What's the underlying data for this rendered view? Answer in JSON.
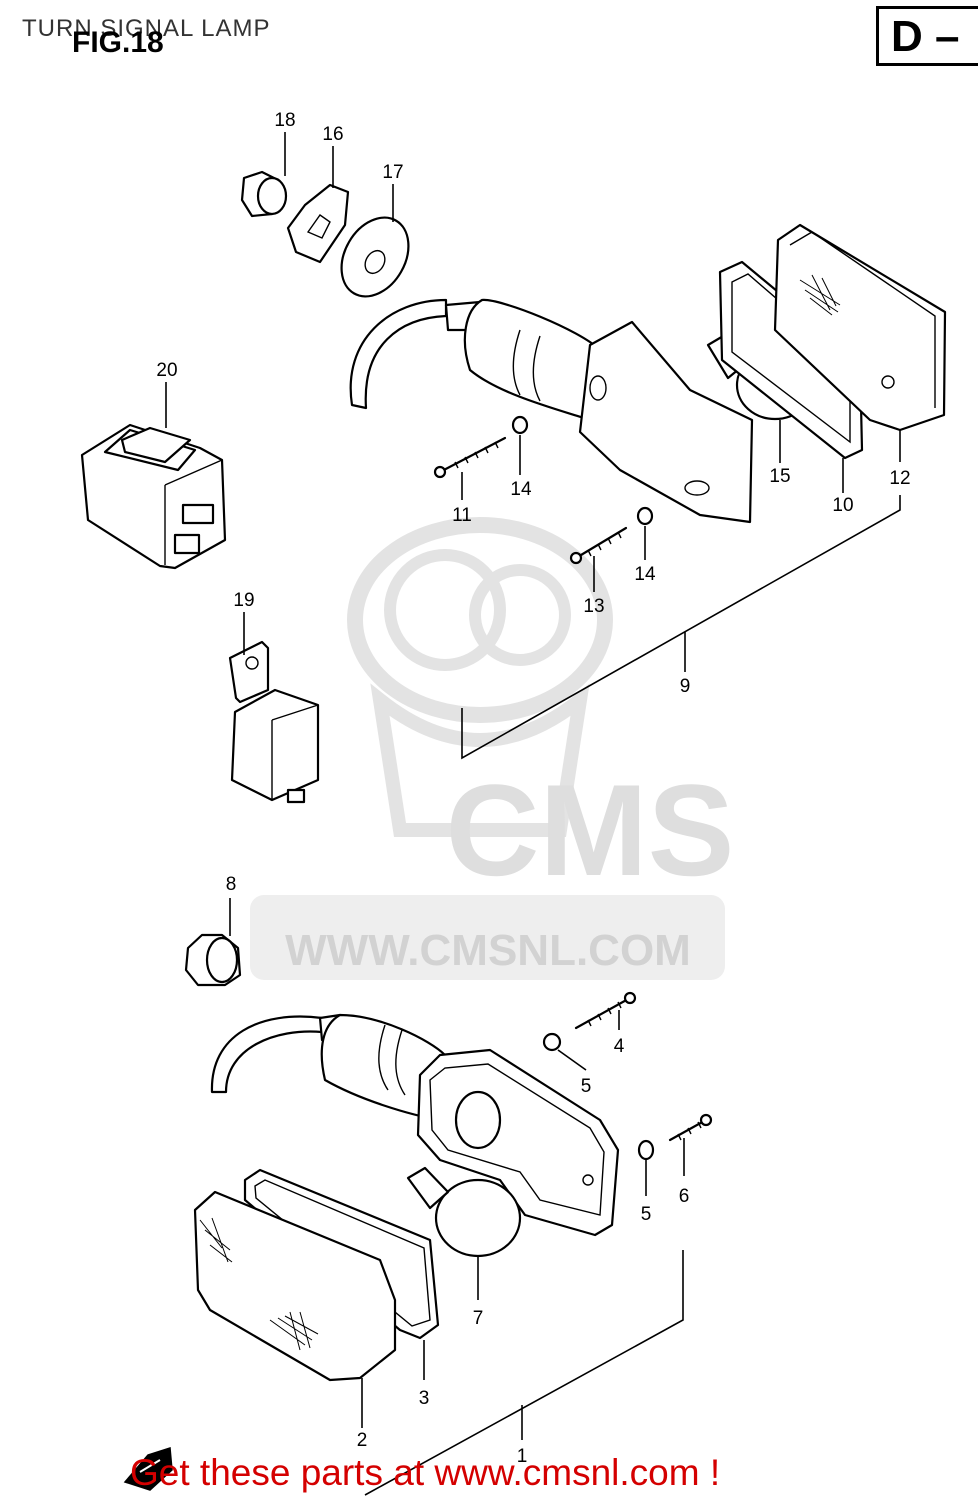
{
  "page_title": "TURN SIGNAL LAMP",
  "figure_label": "FIG.18",
  "section_code": "D –",
  "watermark": {
    "logo_text": "CMS",
    "url_text": "WWW.CMSNL.COM"
  },
  "callouts": [
    "18",
    "16",
    "17",
    "20",
    "11",
    "14",
    "15",
    "10",
    "12",
    "13",
    "14",
    "9",
    "19",
    "8",
    "4",
    "5",
    "5",
    "6",
    "7",
    "3",
    "2",
    "1"
  ],
  "footer_link": "Get these parts at www.cmsnl.com !",
  "colors": {
    "line": "#000000",
    "footer_text": "#d40000",
    "watermark": "#e3e3e3"
  }
}
